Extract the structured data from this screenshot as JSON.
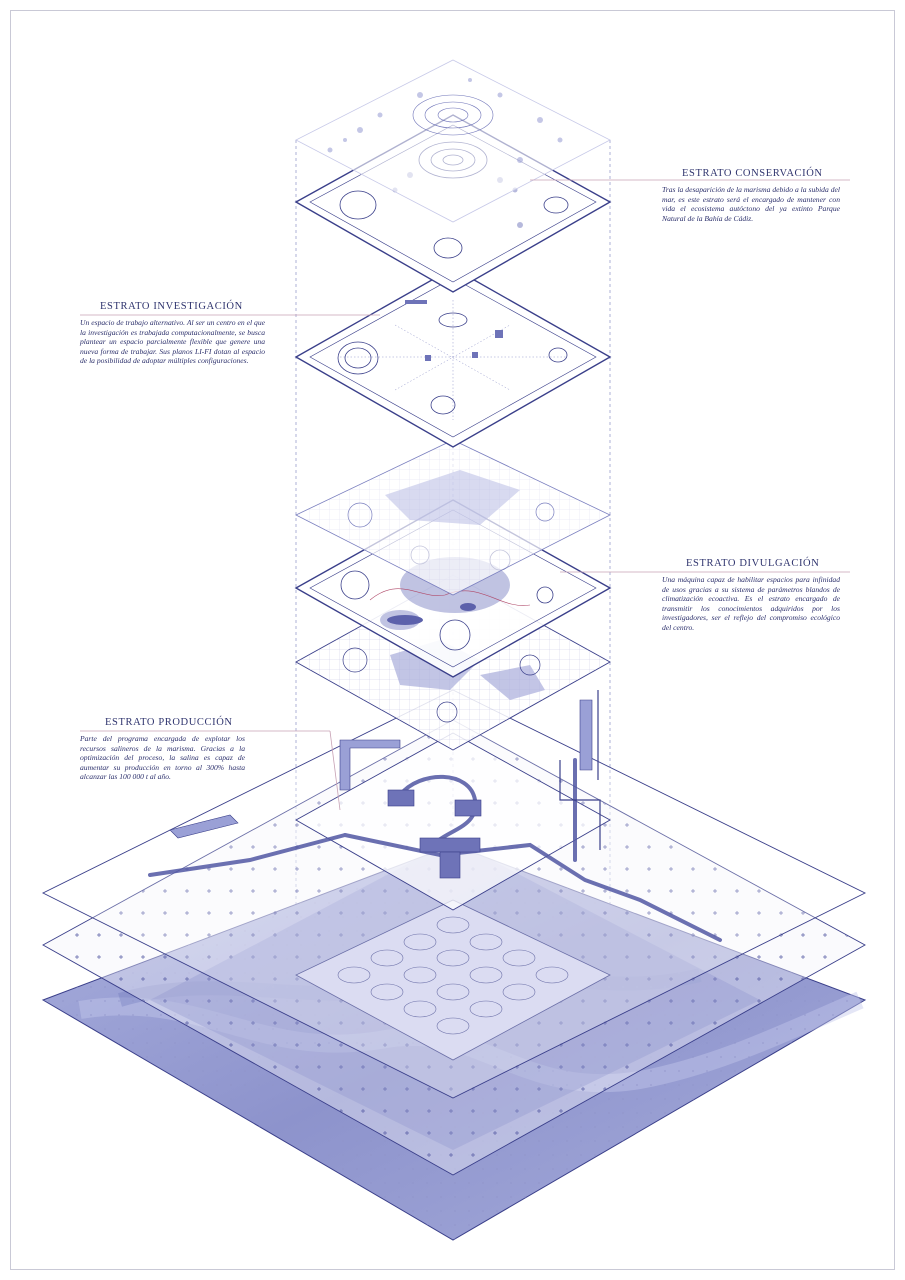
{
  "labels": {
    "conservacion": {
      "title": "ESTRATO CONSERVACIÓN",
      "text": "Tras la desaparición de la marisma debido a la subida del mar, es este estrato será el encargado de mantener con vida el ecosistema autóctono del ya extinto Parque Natural de la Bahía de Cádiz."
    },
    "investigacion": {
      "title": "ESTRATO INVESTIGACIÓN",
      "text": "Un espacio de trabajo alternativo. Al ser un centro en el que la investigación es trabajada computacionalmente, se busca plantear un espacio parcialmente flexible que genere una nueva forma de trabajar. Sus planos LI-FI dotan al espacio de la posibilidad de adoptar múltiples configuraciones."
    },
    "divulgacion": {
      "title": "ESTRATO DIVULGACIÓN",
      "text": "Una máquina capaz de habilitar espacios para infinidad de usos gracias a su sistema de parámetros blandos de climatización ecoactiva. Es el estrato encargado de transmitir los conocimientos adquiridos por los investigadores, ser el reflejo del compromiso ecológico del centro."
    },
    "produccion": {
      "title": "ESTRATO PRODUCCIÓN",
      "text": "Parte del programa encargada de explotar los recursos salineros de la marisma. Gracias a la optimización del proceso, la salina es capaz de aumentar su producción en torno al 300% hasta alcanzar las 100 000 t al año."
    }
  },
  "colors": {
    "line": "#3a3f8a",
    "fill_dark": "#7c80c0",
    "fill_light": "#e6e7f5",
    "leader": "#c7a1b4"
  }
}
